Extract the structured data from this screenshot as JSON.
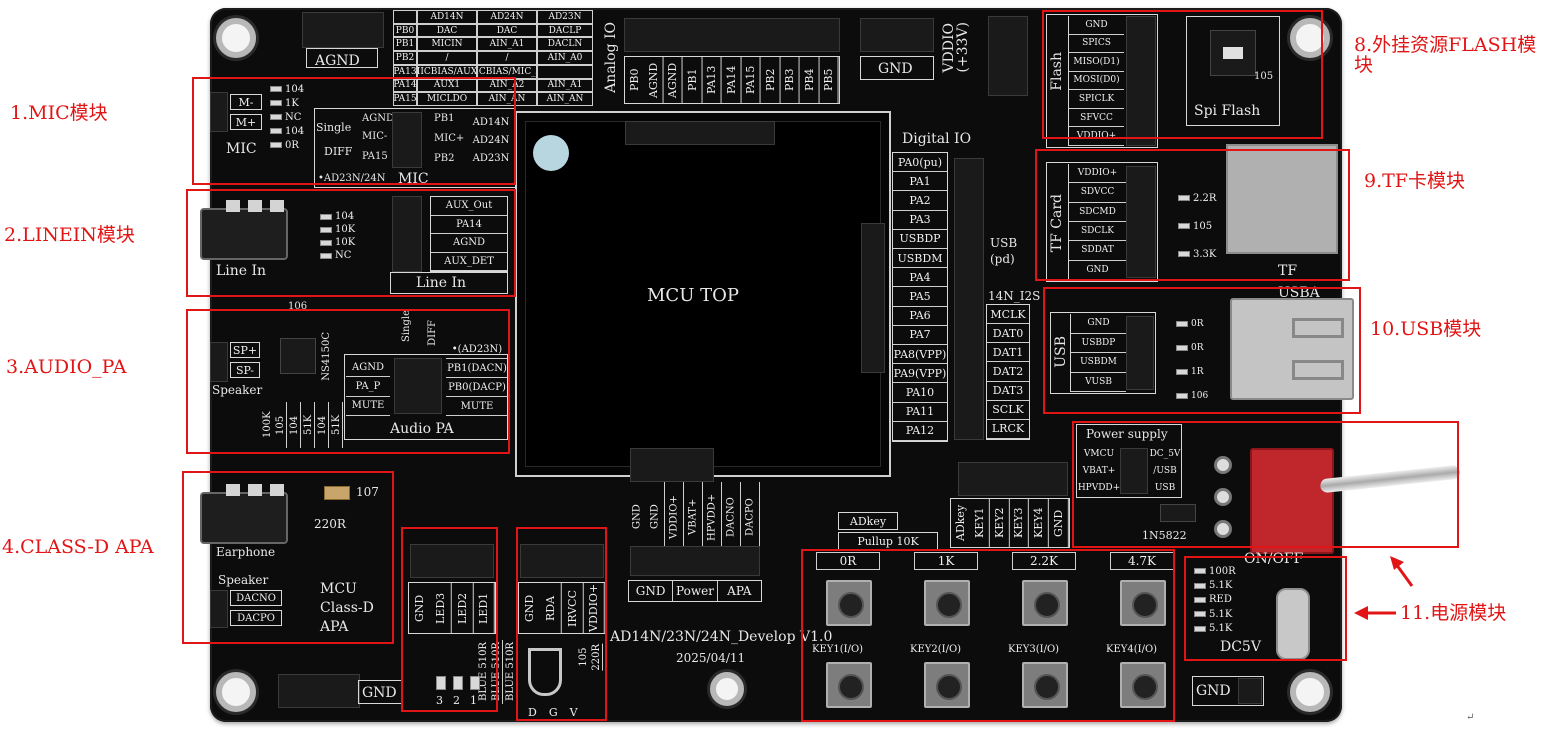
{
  "annotations": [
    {
      "id": "mic",
      "label": "1.MIC模块"
    },
    {
      "id": "linein",
      "label": "2.LINEIN模块"
    },
    {
      "id": "audio_pa",
      "label": "3.AUDIO_PA"
    },
    {
      "id": "class_d",
      "label": "4.CLASS-D APA"
    },
    {
      "id": "flash",
      "label": "8.外挂资源FLASH模块"
    },
    {
      "id": "tf",
      "label": "9.TF卡模块"
    },
    {
      "id": "usb",
      "label": "10.USB模块"
    },
    {
      "id": "power",
      "label": "11.电源模块"
    }
  ],
  "board": {
    "agnd": "AGND",
    "gnd_top": "GND",
    "vddio_top": "VDDIO\n(+33V)",
    "mcu_top": "MCU TOP",
    "version": "AD14N/23N/24N_Develop V1.0",
    "date": "2025/04/11",
    "gnd_bottom_left": "GND",
    "gnd_bottom_right": "GND",
    "analog_io": "Analog IO",
    "analog_pins": [
      "PB0",
      "AGND",
      "AGND",
      "PB1",
      "PA13",
      "PA14",
      "PA15",
      "PB2",
      "PB3",
      "PB4",
      "PB5"
    ],
    "pin_table": [
      [
        "",
        "AD14N",
        "AD24N",
        "AD23N"
      ],
      [
        "PB0",
        "DAC",
        "DAC",
        "DACLP"
      ],
      [
        "PB1",
        "MICIN",
        "AIN_A1",
        "DACLN"
      ],
      [
        "PB2",
        "/",
        "/",
        "AIN_A0"
      ],
      [
        "PA13",
        "MICBIAS/AUX0",
        "MICBIAS/MIC_A0",
        ""
      ],
      [
        "PA14",
        "AUX1",
        "AIN_A2",
        "AIN_A1"
      ],
      [
        "PA15",
        "MICLDO",
        "AIN_AN",
        "AIN_AN"
      ]
    ],
    "digital_io": "Digital IO",
    "digital_pins": [
      "PA0(pu)",
      "PA1",
      "PA2",
      "PA3",
      "USBDP",
      "USBDM",
      "PA4",
      "PA5",
      "PA6",
      "PA7",
      "PA8(VPP)",
      "PA9(VPP)",
      "PA10",
      "PA11",
      "PA12"
    ],
    "usb_pd": "USB\n(pd)",
    "i2s_title": "14N_I2S",
    "i2s_pins": [
      "MCLK",
      "DAT0",
      "DAT1",
      "DAT2",
      "DAT3",
      "SCLK",
      "LRCK"
    ],
    "power_pins": [
      "GND",
      "GND",
      "VDDIO+",
      "VBAT+",
      "HPVDD+",
      "DACNO",
      "DACPO"
    ],
    "power_footer": [
      "GND",
      "Power",
      "APA"
    ],
    "led_pins": [
      "GND",
      "LED3",
      "LED2",
      "LED1"
    ],
    "led_notes": [
      "BLUE 510R",
      "BLUE 510R",
      "BLUE 510R"
    ],
    "led_nums": [
      "3",
      "2",
      "1"
    ],
    "ir_pins": [
      "GND",
      "RDA",
      "IRVCC",
      "VDDIO+"
    ],
    "ir_notes": [
      "105",
      "220R"
    ],
    "ir_legs": [
      "D",
      "G",
      "V"
    ],
    "adkey_pins": [
      "ADkey",
      "KEY1",
      "KEY2",
      "KEY3",
      "KEY4",
      "GND"
    ],
    "adkey_title": "ADkey",
    "pullup": "Pullup 10K",
    "key_resistors": [
      "0R",
      "1K",
      "2.2K",
      "4.7K"
    ],
    "key_labels": [
      "KEY1(I/O)",
      "KEY2(I/O)",
      "KEY3(I/O)",
      "KEY4(I/O)"
    ]
  },
  "mic": {
    "title": "MIC",
    "pads": [
      "M-",
      "M+"
    ],
    "resistors": [
      "104",
      "1K",
      "NC",
      "104",
      "0R"
    ],
    "single": "Single",
    "diff": "DIFF",
    "agnd": "AGND",
    "mic_minus": "MIC-",
    "pa15": "PA15",
    "pb1": "PB1",
    "mic_plus": "MIC+",
    "pb2": "PB2",
    "chips": [
      "AD14N",
      "AD24N",
      "AD23N"
    ],
    "footer": "•AD23N/24N",
    "footer_title": "MIC"
  },
  "linein": {
    "jack": "Line In",
    "resistors": [
      "104",
      "10K",
      "10K",
      "NC"
    ],
    "pins": [
      "AUX_Out",
      "PA14",
      "AGND",
      "AUX_DET"
    ],
    "title": "Line In"
  },
  "audio_pa": {
    "pads": [
      "SP+",
      "SP-"
    ],
    "speaker": "Speaker",
    "chip_top": "106",
    "chip": "NS4150C",
    "resistors": [
      "100K",
      "105",
      "104",
      "51K",
      "104",
      "51K"
    ],
    "single": "Single",
    "diff": "DIFF",
    "left": [
      "AGND",
      "PA_P",
      "MUTE"
    ],
    "right": [
      "•(AD23N)",
      "PB1(DACN)",
      "PB0(DACP)",
      "MUTE"
    ],
    "title": "Audio PA"
  },
  "class_d": {
    "cap": "107",
    "res": "220R",
    "jack": "Earphone",
    "speaker": "Speaker",
    "pads": [
      "DACNO",
      "DACPO"
    ],
    "title": "MCU\nClass-D\nAPA"
  },
  "flash": {
    "side": "Flash",
    "pins": [
      "GND",
      "SPICS",
      "MISO(D1)",
      "MOSI(D0)",
      "SPICLK",
      "SFVCC",
      "VDDIO+"
    ],
    "chip_label": "Spi Flash",
    "chip_num": "105"
  },
  "tf": {
    "side": "TF Card",
    "pins": [
      "VDDIO+",
      "SDVCC",
      "SDCMD",
      "SDCLK",
      "SDDAT",
      "GND"
    ],
    "resistors": [
      "2.2R",
      "105",
      "3.3K"
    ],
    "slot": "TF"
  },
  "usb": {
    "side": "USB",
    "pins": [
      "GND",
      "USBDP",
      "USBDM",
      "VUSB"
    ],
    "resistors": [
      "0R",
      "0R",
      "1R",
      "106"
    ],
    "port": "USBA"
  },
  "power": {
    "title": "Power supply",
    "left": [
      "VMCU",
      "VBAT+",
      "HPVDD+"
    ],
    "right": [
      "DC_5V",
      "/USB",
      "USB"
    ],
    "diode": "1N5822",
    "switch": "ON/OFF",
    "resistors": [
      "100R",
      "5.1K",
      "RED",
      "5.1K",
      "5.1K"
    ],
    "connector": "DC5V"
  },
  "watermark": "↵"
}
